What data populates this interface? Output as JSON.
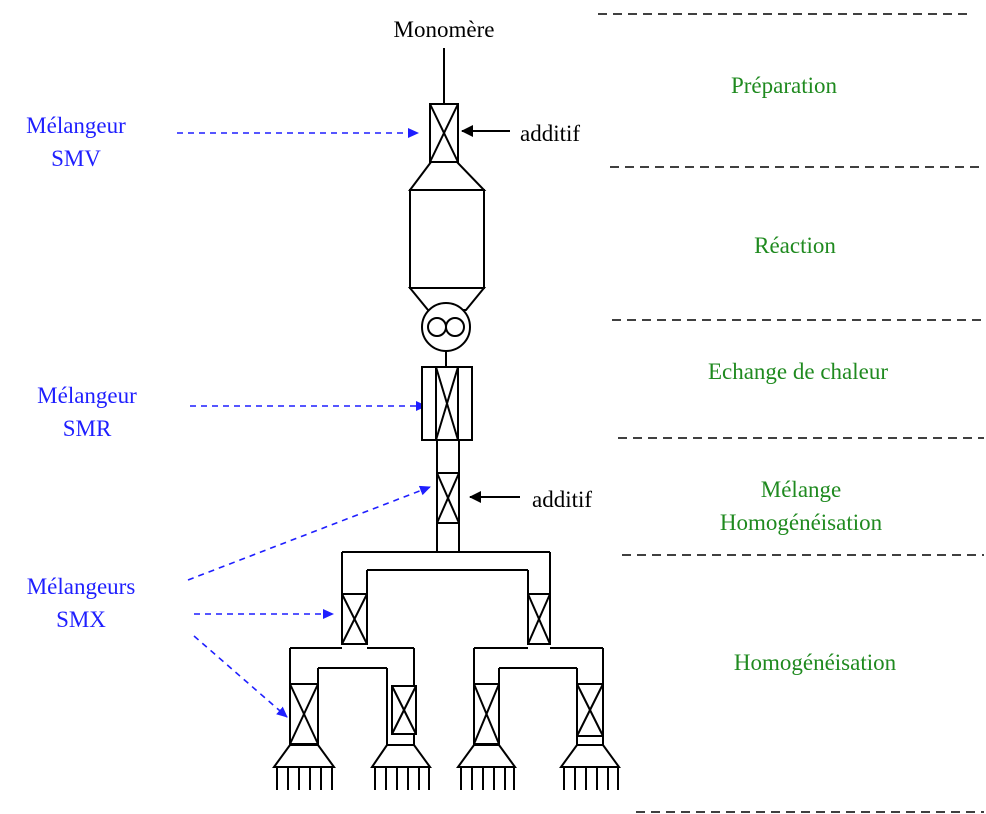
{
  "top_label": "Monomère",
  "additive_label": "additif",
  "stages": [
    "Préparation",
    "Réaction",
    "Echange de chaleur",
    "Mélange",
    "Homogénéisation",
    "Homogénéisation"
  ],
  "mixers": {
    "smv": [
      "Mélangeur",
      "SMV"
    ],
    "smr": [
      "Mélangeur",
      "SMR"
    ],
    "smx": [
      "Mélangeurs",
      "SMX"
    ]
  },
  "colors": {
    "mixer_labels": "#1f1fff",
    "stage_labels": "#1f8a1f",
    "equipment": "#000000"
  }
}
